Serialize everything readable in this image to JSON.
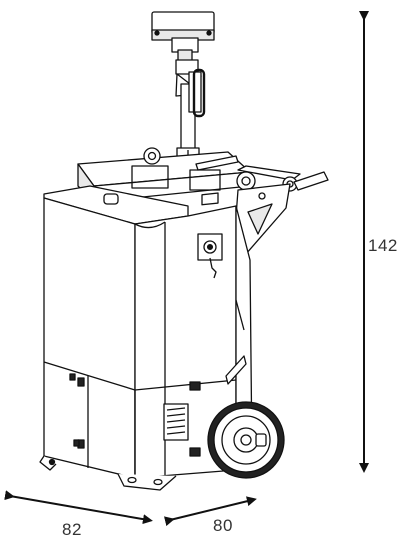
{
  "dimensions": {
    "height": "142",
    "depth": "82",
    "width": "80"
  },
  "colors": {
    "line": "#111111",
    "fill": "#ffffff",
    "shade": "#e9e9e9",
    "dark": "#222222",
    "label": "#333333"
  },
  "icons": [
    "double-arrow-icon",
    "wheel-icon",
    "camera-head-icon"
  ]
}
